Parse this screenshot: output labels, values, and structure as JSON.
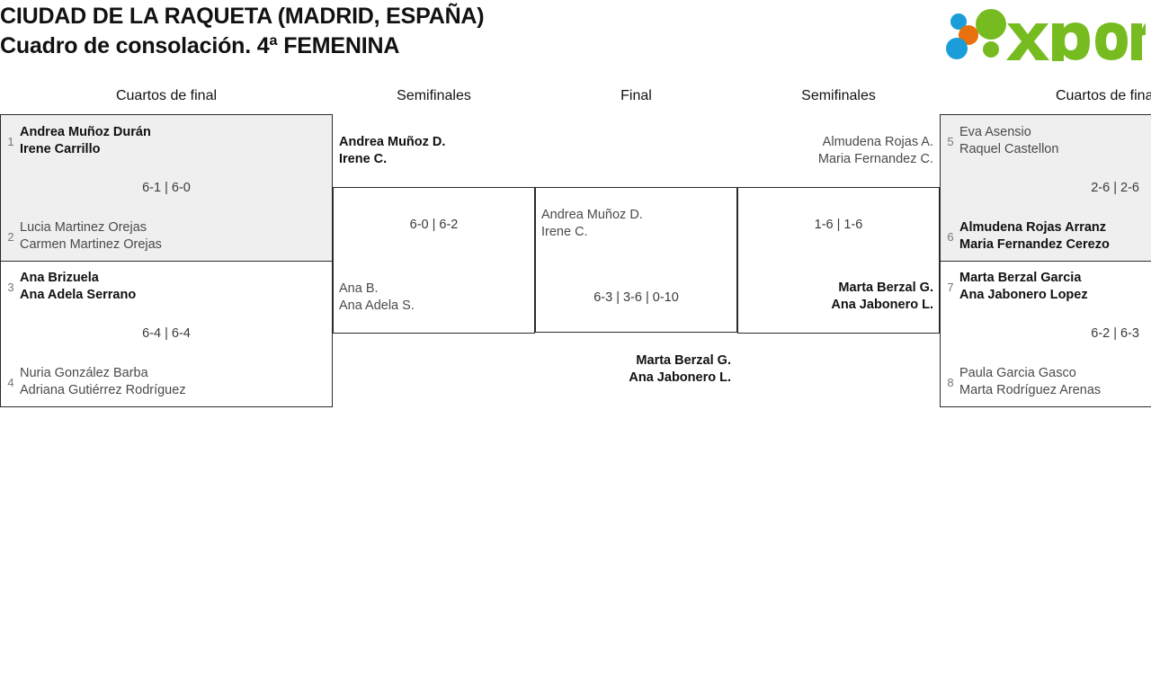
{
  "header": {
    "title_line1": "CIUDAD DE LA RAQUETA (MADRID, ESPAÑA)",
    "title_line2": "Cuadro de consolación. 4ª FEMENINA",
    "logo_text": "xporty",
    "logo_colors": {
      "green": "#76bc21",
      "orange": "#e8700d",
      "blue": "#1b9dd9"
    }
  },
  "rounds": {
    "qf_left": "Cuartos de final",
    "sf_left": "Semifinales",
    "final": "Final",
    "sf_right": "Semifinales",
    "qf_right": "Cuartos de final"
  },
  "bracket": {
    "qf1": {
      "top": {
        "seed": "1",
        "p1": "Andrea Muñoz Durán",
        "p2": "Irene Carrillo",
        "winner": true
      },
      "bottom": {
        "seed": "2",
        "p1": "Lucia Martinez Orejas",
        "p2": "Carmen Martinez Orejas",
        "winner": false
      },
      "score": "6-1 | 6-0"
    },
    "qf2": {
      "top": {
        "seed": "3",
        "p1": "Ana Brizuela",
        "p2": "Ana Adela Serrano",
        "winner": true
      },
      "bottom": {
        "seed": "4",
        "p1": "Nuria González Barba",
        "p2": "Adriana Gutiérrez Rodríguez",
        "winner": false
      },
      "score": "6-4 | 6-4"
    },
    "qf3": {
      "top": {
        "seed": "5",
        "p1": "Eva Asensio",
        "p2": "Raquel Castellon",
        "winner": false
      },
      "bottom": {
        "seed": "6",
        "p1": "Almudena Rojas Arranz",
        "p2": "Maria Fernandez Cerezo",
        "winner": true
      },
      "score": "2-6 | 2-6"
    },
    "qf4": {
      "top": {
        "seed": "7",
        "p1": "Marta Berzal Garcia",
        "p2": "Ana Jabonero Lopez",
        "winner": true
      },
      "bottom": {
        "seed": "8",
        "p1": "Paula Garcia Gasco",
        "p2": "Marta Rodríguez Arenas",
        "winner": false
      },
      "score": "6-2 | 6-3"
    },
    "sf1": {
      "top": {
        "p1": "Andrea Muñoz D.",
        "p2": "Irene C.",
        "winner": true
      },
      "bottom": {
        "p1": "Ana B.",
        "p2": "Ana Adela S.",
        "winner": false
      },
      "score": "6-0 | 6-2"
    },
    "sf2": {
      "top": {
        "p1": "Almudena Rojas A.",
        "p2": "Maria Fernandez C.",
        "winner": false
      },
      "bottom": {
        "p1": "Marta Berzal G.",
        "p2": "Ana Jabonero L.",
        "winner": true
      },
      "score": "1-6 | 1-6"
    },
    "final": {
      "top": {
        "p1": "Andrea Muñoz D.",
        "p2": "Irene C.",
        "winner": false
      },
      "bottom": {
        "p1": "Marta Berzal G.",
        "p2": "Ana Jabonero L.",
        "winner": true
      },
      "score": "6-3 | 3-6 | 0-10"
    }
  }
}
